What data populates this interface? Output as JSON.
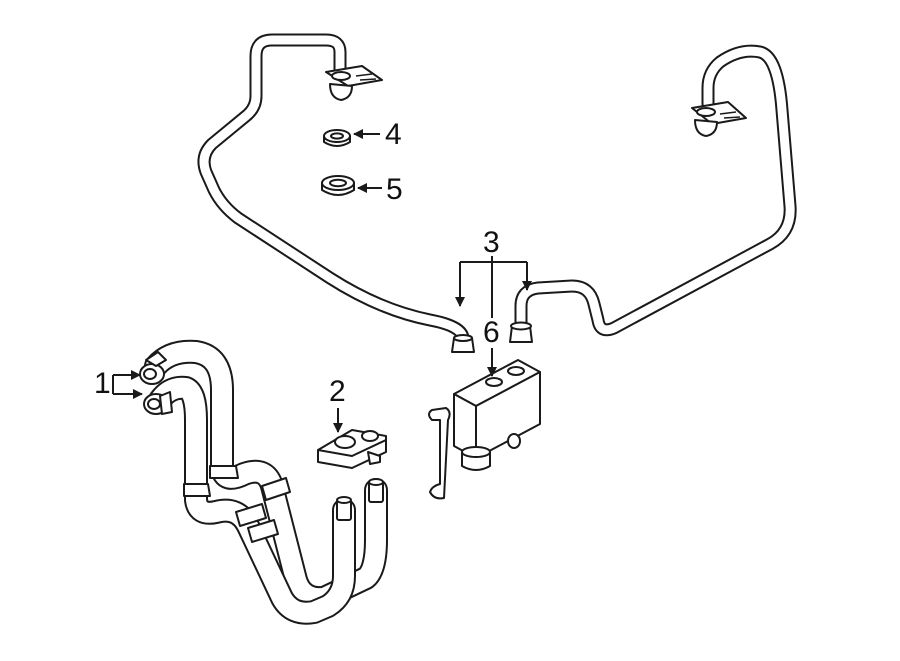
{
  "callouts": {
    "c1": "1",
    "c2": "2",
    "c3": "3",
    "c4": "4",
    "c5": "5",
    "c6": "6"
  },
  "colors": {
    "line": "#1a1a1a",
    "background": "#ffffff"
  }
}
